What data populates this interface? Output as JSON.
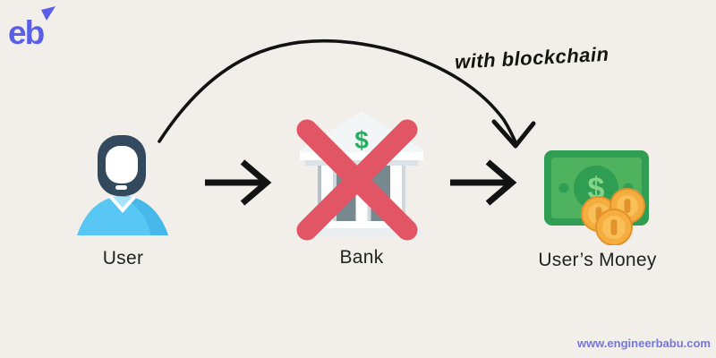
{
  "page": {
    "background_color": "#f2efeb"
  },
  "logo": {
    "text": "eb",
    "color": "#5b5fe8"
  },
  "diagram": {
    "annotation": "with blockchain",
    "nodes": [
      {
        "id": "user",
        "label": "User",
        "icon": "user-avatar-icon"
      },
      {
        "id": "bank",
        "label": "Bank",
        "icon": "bank-crossed-icon"
      },
      {
        "id": "money",
        "label": "User’s Money",
        "icon": "money-bill-coins-icon"
      }
    ],
    "connector_icon": "right-arrow-icon",
    "bypass_icon": "curved-arrow-icon"
  },
  "glyphs": {
    "dollar": "$"
  },
  "footer": {
    "website": "www.engineerbabu.com"
  },
  "colors": {
    "arrow_black": "#121212",
    "cross_red": "#e25565",
    "dollar_green": "#27ae60",
    "bill_green_dark": "#2f9e53",
    "bill_green": "#4fb25f",
    "coin_gold": "#f5ad3f",
    "avatar_navy": "#32495e",
    "avatar_shirt": "#58c7f3",
    "link_indigo": "#7476e1"
  }
}
